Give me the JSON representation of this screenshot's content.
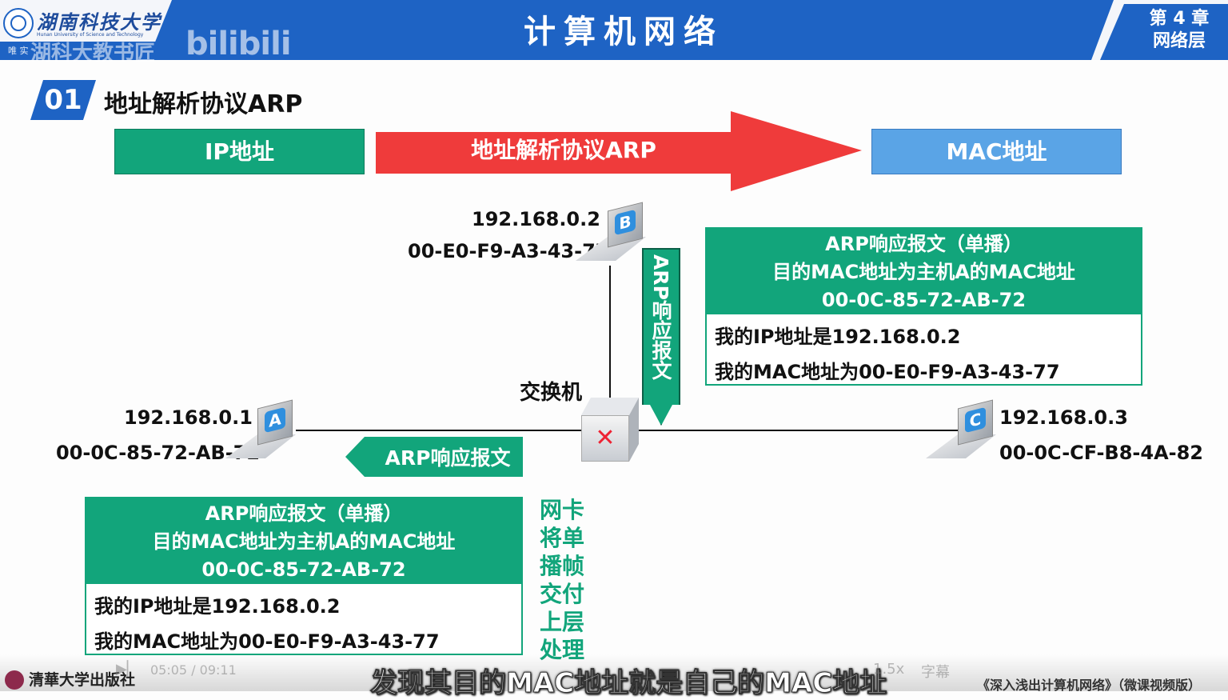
{
  "header": {
    "title": "计算机网络",
    "chapter_line1": "第 4 章",
    "chapter_line2": "网络层",
    "logo_cn": "湖南科技大学",
    "logo_en": "Hunan University of Science and Technology",
    "motto": "唯 实",
    "watermark1": "湖科大教书匠",
    "watermark2": "bilibili"
  },
  "section": {
    "number": "01",
    "title": "地址解析协议ARP"
  },
  "top_band": {
    "ip_label": "IP地址",
    "arrow_label": "地址解析协议ARP",
    "mac_label": "MAC地址"
  },
  "hosts": {
    "A": {
      "letter": "A",
      "ip": "192.168.0.1",
      "mac": "00-0C-85-72-AB-72"
    },
    "B": {
      "letter": "B",
      "ip": "192.168.0.2",
      "mac": "00-E0-F9-A3-43-77"
    },
    "C": {
      "letter": "C",
      "ip": "192.168.0.3",
      "mac": "00-0C-CF-B8-4A-82"
    }
  },
  "switch_label": "交换机",
  "switch_symbol": "✕",
  "arrows": {
    "vertical_label": "ARP响应报文",
    "horizontal_label": "ARP响应报文"
  },
  "packet_top": {
    "head1": "ARP响应报文（单播）",
    "head2": "目的MAC地址为主机A的MAC地址",
    "head3": "00-0C-85-72-AB-72",
    "body1": "我的IP地址是192.168.0.2",
    "body2": "我的MAC地址为00-E0-F9-A3-43-77"
  },
  "packet_bottom": {
    "head1": "ARP响应报文（单播）",
    "head2": "目的MAC地址为主机A的MAC地址",
    "head3": "00-0C-85-72-AB-72",
    "body1": "我的IP地址是192.168.0.2",
    "body2": "我的MAC地址为00-E0-F9-A3-43-77"
  },
  "nic_note": [
    "网卡",
    "将单",
    "播帧",
    "交付",
    "上层",
    "处理"
  ],
  "player": {
    "time": "05:05 / 09:11",
    "subtitle": "发现其目的MAC地址就是自己的MAC地址",
    "speed": "1.5x",
    "caption_btn": "字幕",
    "book": "《深入浅出计算机网络》（微课视频版）",
    "publisher": "清華大学出版社"
  },
  "colors": {
    "blue": "#1e63c4",
    "green": "#12a57b",
    "red": "#ef3b3b",
    "lightblue": "#5aa4e6"
  }
}
